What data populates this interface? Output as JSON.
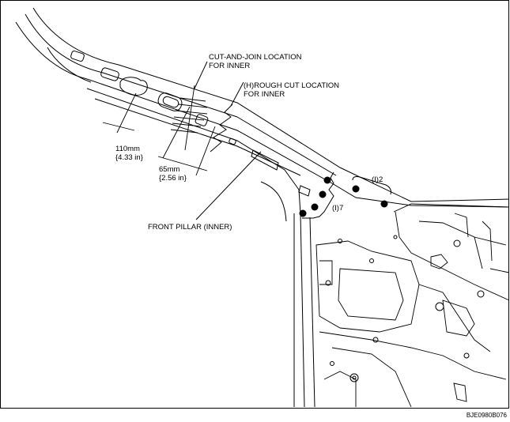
{
  "labels": {
    "cut_and_join_line1": "CUT-AND-JOIN LOCATION",
    "cut_and_join_line2": "FOR INNER",
    "rough_cut_line1": "(H)ROUGH CUT LOCATION",
    "rough_cut_line2": "FOR INNER",
    "dim_110": "110mm",
    "dim_110_in": "{4.33 in}",
    "dim_65": "65mm",
    "dim_65_in": "{2.56 in}",
    "front_pillar": "FRONT PILLAR (INNER)",
    "welds_2": "(I)2",
    "welds_7": "(I)7"
  },
  "figure_code": "BJE0980B076"
}
